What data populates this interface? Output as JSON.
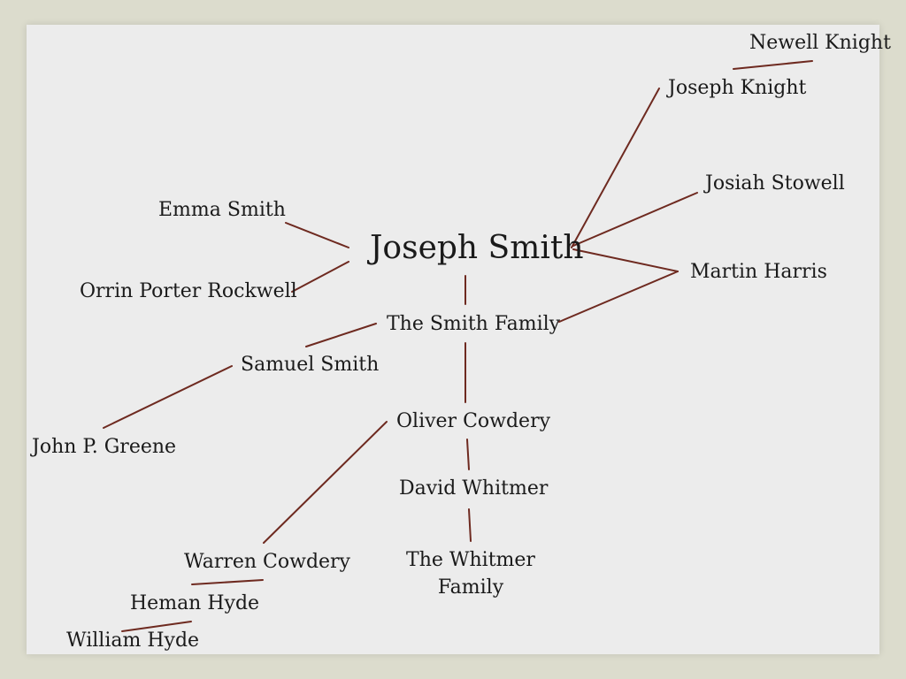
{
  "diagram": {
    "center": "Joseph Smith",
    "nodes": {
      "newell_knight": "Newell Knight",
      "joseph_knight": "Joseph Knight",
      "josiah_stowell": "Josiah Stowell",
      "martin_harris": "Martin Harris",
      "emma_smith": "Emma Smith",
      "orrin_porter_rockwell": "Orrin Porter Rockwell",
      "smith_family": "The Smith Family",
      "samuel_smith": "Samuel Smith",
      "john_greene": "John P. Greene",
      "oliver_cowdery": "Oliver Cowdery",
      "david_whitmer": "David Whitmer",
      "whitmer_family": "The Whitmer\nFamily",
      "warren_cowdery": "Warren Cowdery",
      "heman_hyde": "Heman Hyde",
      "william_hyde": "William Hyde"
    },
    "colors": {
      "line": "#6e2a20",
      "text": "#1a1a1a",
      "slide": "#ececec",
      "border": "#dcdccd"
    }
  }
}
